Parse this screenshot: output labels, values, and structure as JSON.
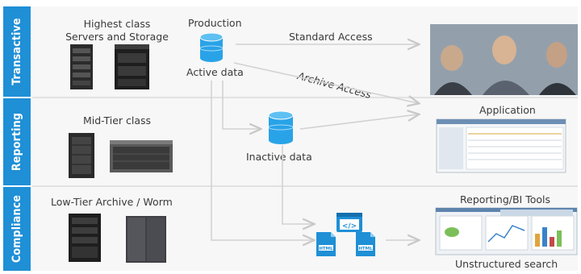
{
  "tiers": [
    {
      "label": "Transactive",
      "class_label_line1": "Highest class",
      "class_label_line2": "Servers and Storage"
    },
    {
      "label": "Reporting",
      "class_label": "Mid-Tier class"
    },
    {
      "label": "Compliance",
      "class_label": "Low-Tier Archive / Worm"
    }
  ],
  "databases": {
    "production_label": "Production",
    "active_label": "Active data",
    "inactive_label": "Inactive data"
  },
  "arrows": {
    "standard_access": "Standard Access",
    "archive_access": "Archive Access"
  },
  "file_icons": {
    "html_text": "HTML",
    "code_glyph": "</>"
  },
  "outputs": {
    "application_label": "Application",
    "reporting_label": "Reporting/BI Tools",
    "unstructured_label": "Unstructured search"
  },
  "colors": {
    "accent_blue": "#1f8fd6",
    "db_blue": "#29a3e8",
    "arrow_gray": "#cfcfcf"
  }
}
